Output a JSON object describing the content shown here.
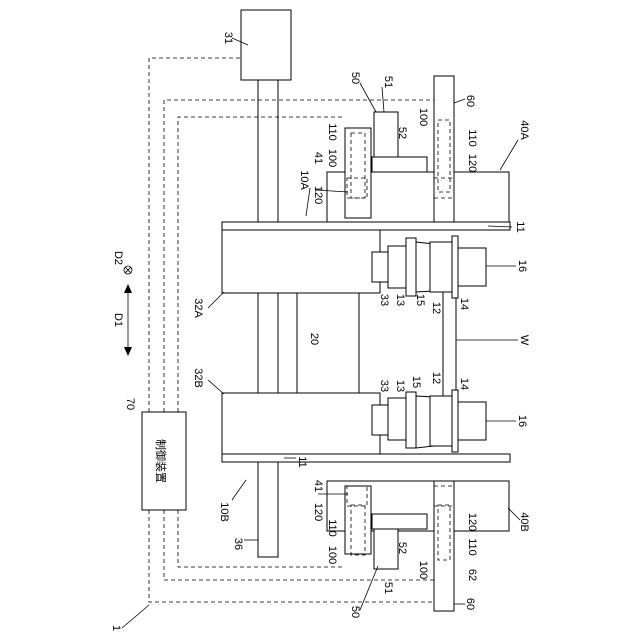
{
  "labels": {
    "l1": "1",
    "l10A": "10A",
    "l10B": "10B",
    "l11a": "11",
    "l11b": "11",
    "l12a": "12",
    "l12b": "12",
    "l13a": "13",
    "l13b": "13",
    "l14a": "14",
    "l14b": "14",
    "l15a": "15",
    "l15b": "15",
    "l16a": "16",
    "l16b": "16",
    "l20": "20",
    "l31": "31",
    "l32A": "32A",
    "l32B": "32B",
    "l33a": "33",
    "l33b": "33",
    "l36": "36",
    "l40A": "40A",
    "l40B": "40B",
    "l41a": "41",
    "l41b": "41",
    "l50a": "50",
    "l50b": "50",
    "l51a": "51",
    "l51b": "51",
    "l52a": "52",
    "l52b": "52",
    "l60a": "60",
    "l60b": "60",
    "l62": "62",
    "l70": "70",
    "l100a": "100",
    "l100b": "100",
    "l100c": "100",
    "l100d": "100",
    "l110a": "110",
    "l110b": "110",
    "l110c": "110",
    "l110d": "110",
    "l120a": "120",
    "l120b": "120",
    "l120c": "120",
    "l120d": "120",
    "lW": "W",
    "lD1": "D1",
    "lD2": "D2",
    "controller": "制御装置"
  }
}
